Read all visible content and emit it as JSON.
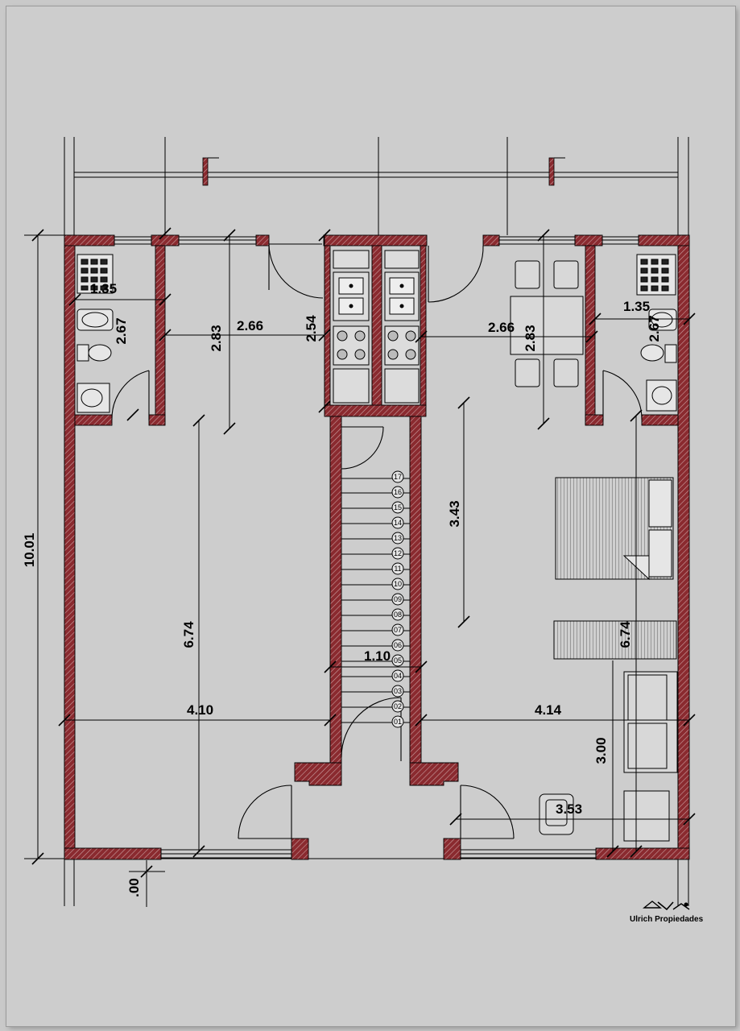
{
  "plan": {
    "dimensions": {
      "total_depth": "10.01",
      "bath_left_w": "1.35",
      "bath_left_h": "2.67",
      "kitchen_left_w": "2.66",
      "kitchen_left_h": "2.83",
      "kitchen_strip_h": "2.54",
      "kitchen_right_w": "2.66",
      "kitchen_right_h": "2.83",
      "bath_right_w": "1.35",
      "bath_right_h": "2.67",
      "bedroom_right_h": "3.43",
      "living_left_h": "6.74",
      "living_right_h": "6.74",
      "stair_w": "1.10",
      "width_left": "4.10",
      "width_right": "4.14",
      "living_right_seat_h": "3.00",
      "living_right_w": "3.53",
      "setback": ".00"
    },
    "stairs": {
      "steps": [
        "17",
        "16",
        "15",
        "14",
        "13",
        "12",
        "11",
        "10",
        "09",
        "08",
        "07",
        "06",
        "05",
        "04",
        "03",
        "02",
        "01"
      ]
    },
    "branding": {
      "company": "Ulrich Propiedades"
    }
  }
}
